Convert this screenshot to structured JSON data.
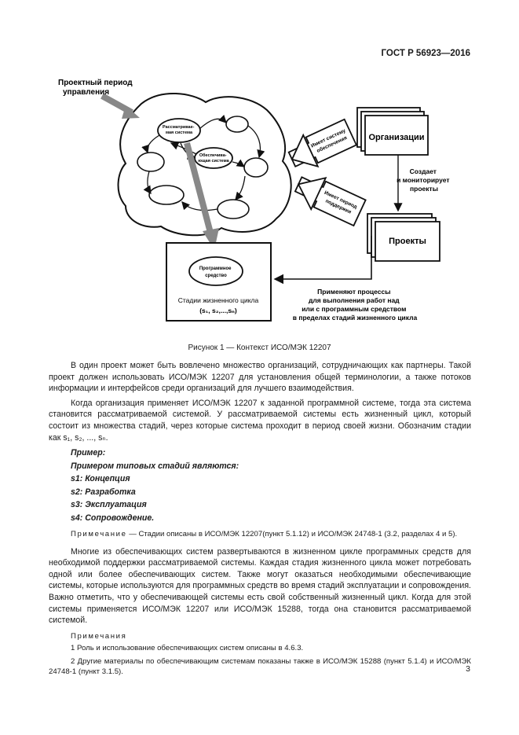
{
  "header": {
    "doc_id": "ГОСТ Р 56923—2016"
  },
  "figure": {
    "label_period": [
      "Проектный период",
      "управления"
    ],
    "label_system_of_interest": [
      "Рассматривае-",
      "мая система"
    ],
    "label_enabling": [
      "Обеспечива-",
      "ющая система"
    ],
    "label_organizations": "Организации",
    "label_projects": "Проекты",
    "label_has_enabling": [
      "Имеет систему",
      "обеспечения"
    ],
    "label_has_period": [
      "Имеет период",
      "поддержки"
    ],
    "label_creates": [
      "Создает",
      "и мониторирует",
      "проекты"
    ],
    "label_software": [
      "Программное",
      "средство"
    ],
    "label_lifecycle": "Стадии жизненного цикла",
    "label_stages": "(s₁, s₂,...,sₙ)",
    "label_applies": [
      "Применяют процессы",
      "для выполнения работ над",
      "или с программным средством",
      "в пределах стадий жизненного цикла"
    ]
  },
  "caption": "Рисунок 1 — Контекст ИСО/МЭК 12207",
  "p1": "В один проект может быть вовлечено множество организаций, сотрудничающих как партнеры. Такой проект должен использовать ИСО/МЭК 12207 для установления общей терминологии, а также потоков информации и интерфейсов среди организаций для лучшего взаимодействия.",
  "p2": "Когда организация применяет ИСО/МЭК 12207 к заданной программной системе, тогда эта система становится рассматриваемой системой. У рассматриваемой системы есть жизненный цикл, который состоит из множества стадий, через которые система проходит в период своей жизни. Обозначим стадии как s₁, s₂, ..., sₙ.",
  "example": {
    "title": "Пример:",
    "intro": "Примером типовых стадий являются:",
    "s1": "s1: Концепция",
    "s2": "s2: Разработка",
    "s3": "s3: Эксплуатация",
    "s4": "s4: Сопровождение."
  },
  "note1": {
    "label": "Примечание",
    "text": " — Стадии описаны в ИСО/МЭК 12207(пункт 5.1.12) и ИСО/МЭК 24748-1 (3.2, разделах 4 и 5)."
  },
  "p3": "Многие из обеспечивающих систем развертываются в жизненном цикле программных средств для необходимой поддержки рассматриваемой системы. Каждая стадия жизненного цикла может потребовать одной или более обеспечивающих систем. Также могут оказаться необходимыми обеспечивающие системы, которые используются для программных средств во время стадий эксплуатации и сопровождения. Важно отметить, что у обеспечивающей системы есть свой собственный жизненный цикл. Когда для этой системы применяется ИСО/МЭК 12207 или ИСО/МЭК 15288, тогда она становится рассматриваемой системой.",
  "notes": {
    "label": "Примечания",
    "n1": "1 Роль и использование обеспечивающих систем описаны в 4.6.3.",
    "n2": "2 Другие материалы по обеспечивающим системам показаны также в ИСО/МЭК 15288 (пункт 5.1.4) и ИСО/МЭК 24748-1 (пункт 3.1.5)."
  },
  "page_number": "3"
}
